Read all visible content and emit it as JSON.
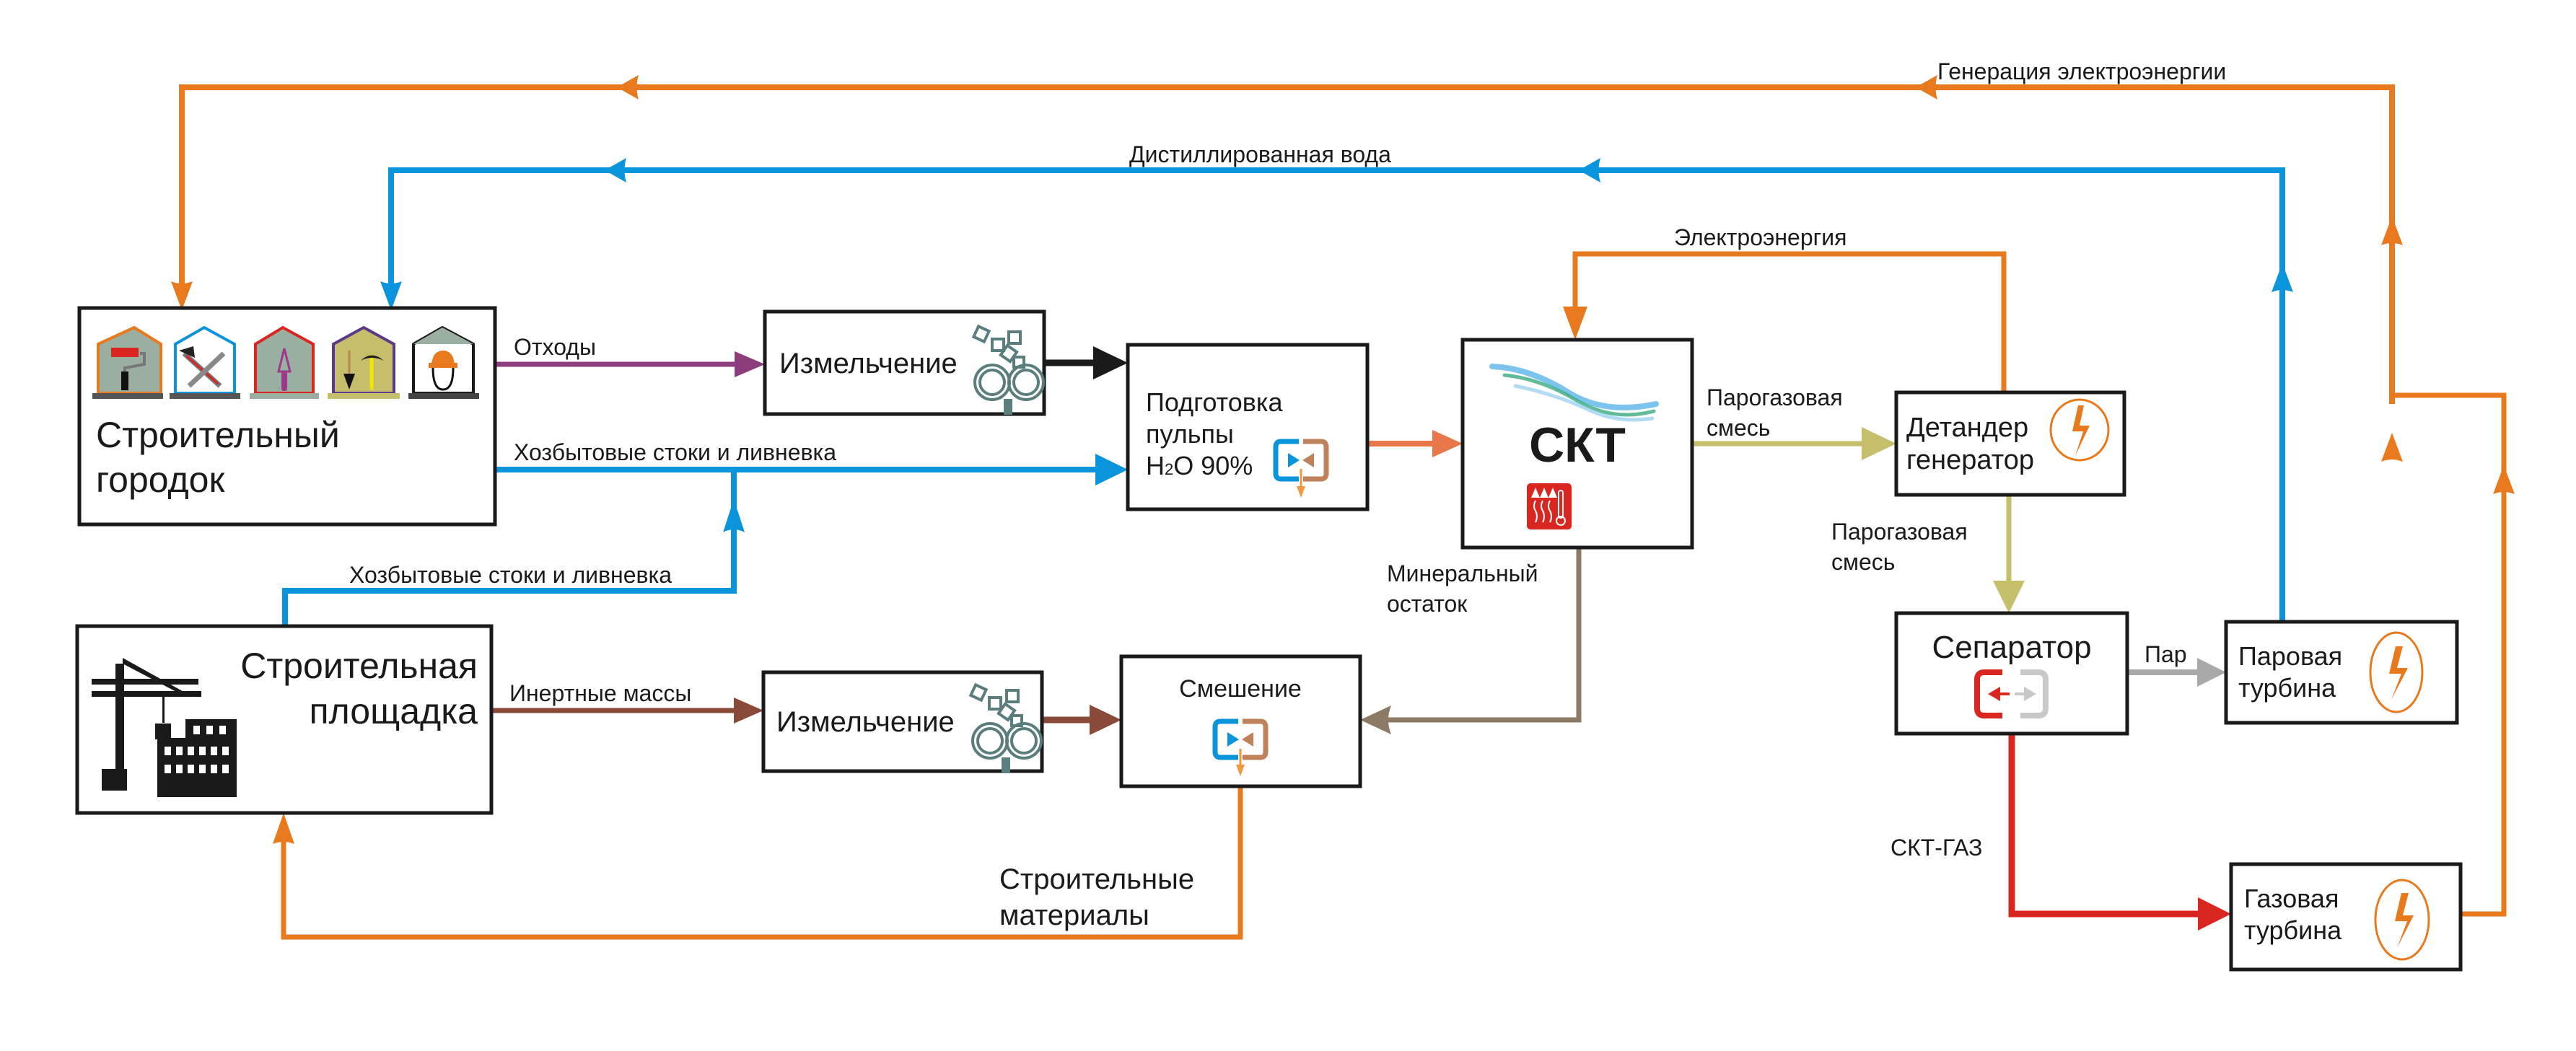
{
  "colors": {
    "orange": "#e8791d",
    "blue": "#0a94dc",
    "purple": "#8e3d7c",
    "brown": "#8a4a3a",
    "taupe": "#8c7a65",
    "olive": "#c5be6a",
    "red": "#d92620",
    "gray": "#a9a9a9",
    "black": "#1a1a1a",
    "salmon": "#e8784a",
    "gear": "#5a7d7d"
  },
  "nodes": {
    "camp": {
      "line1": "Строительный",
      "line2": "городок"
    },
    "site": {
      "line1": "Строительная",
      "line2": "площадка"
    },
    "grind1": {
      "label": "Измельчение"
    },
    "grind2": {
      "label": "Измельчение"
    },
    "pulp": {
      "line1": "Подготовка",
      "line2": "пульпы",
      "line3_pre": "H",
      "line3_sub": "2",
      "line3_post": "O 90%"
    },
    "skt": {
      "label": "СКТ"
    },
    "mix": {
      "label": "Смешение"
    },
    "expander": {
      "line1": "Детандер",
      "line2": "генератор"
    },
    "separator": {
      "label": "Сепаратор"
    },
    "steam_turbine": {
      "line1": "Паровая",
      "line2": "турбина"
    },
    "gas_turbine": {
      "line1": "Газовая",
      "line2": "турбина"
    }
  },
  "flows": {
    "power_generation": "Генерация электроэнергии",
    "distilled_water": "Дистиллированная вода",
    "electricity": "Электроэнергия",
    "waste": "Отходы",
    "sewage_camp": "Хозбытовые стоки и ливневка",
    "sewage_site": "Хозбытовые стоки и ливневка",
    "inert": "Инертные массы",
    "gas_mix_1": {
      "line1": "Парогазовая",
      "line2": "смесь"
    },
    "gas_mix_2": {
      "line1": "Парогазовая",
      "line2": "смесь"
    },
    "mineral": {
      "line1": "Минеральный",
      "line2": "остаток"
    },
    "steam": "Пар",
    "skt_gas": "СКТ-ГАЗ",
    "materials": {
      "line1": "Строительные",
      "line2": "материалы"
    }
  }
}
